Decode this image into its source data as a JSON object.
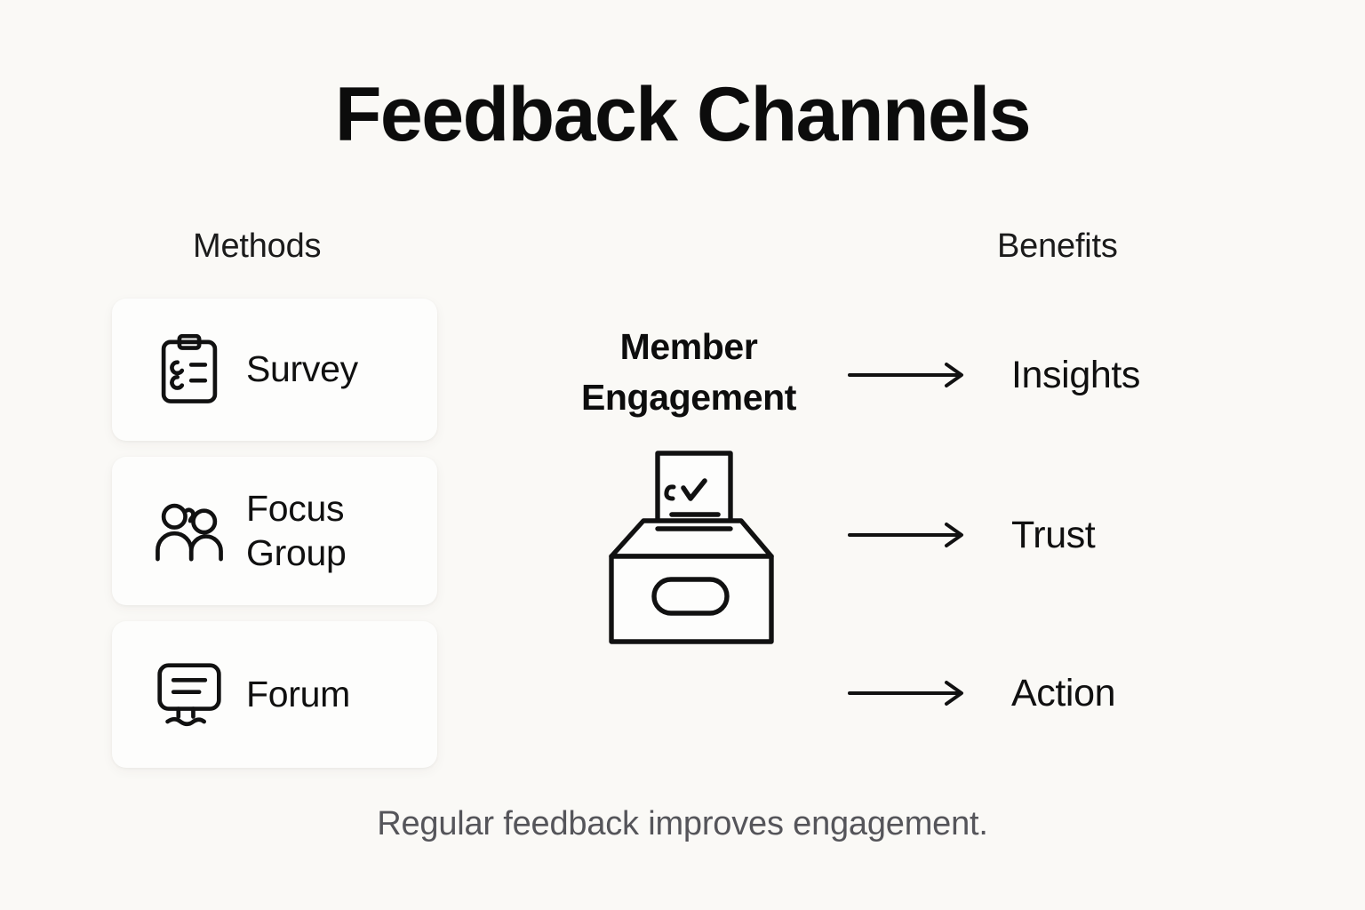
{
  "title": "Feedback Channels",
  "columns": {
    "methods_heading": "Methods",
    "benefits_heading": "Benefits"
  },
  "methods": [
    {
      "label": "Survey",
      "label_line2": "",
      "icon": "clipboard-checklist-icon"
    },
    {
      "label": "Focus",
      "label_line2": "Group",
      "icon": "two-people-icon"
    },
    {
      "label": "Forum",
      "label_line2": "",
      "icon": "speech-bubble-icon"
    }
  ],
  "center": {
    "title_line1": "Member",
    "title_line2": "Engagement",
    "illustration": "ballot-box-icon"
  },
  "benefits": [
    {
      "label": "Insights",
      "arrow": "arrow-right-icon"
    },
    {
      "label": "Trust",
      "arrow": "arrow-right-icon"
    },
    {
      "label": "Action",
      "arrow": "arrow-right-icon"
    }
  ],
  "footer": "Regular feedback improves engagement.",
  "colors": {
    "background": "#faf9f6",
    "card": "#fdfdfc",
    "ink": "#111111",
    "muted": "#55555a"
  }
}
